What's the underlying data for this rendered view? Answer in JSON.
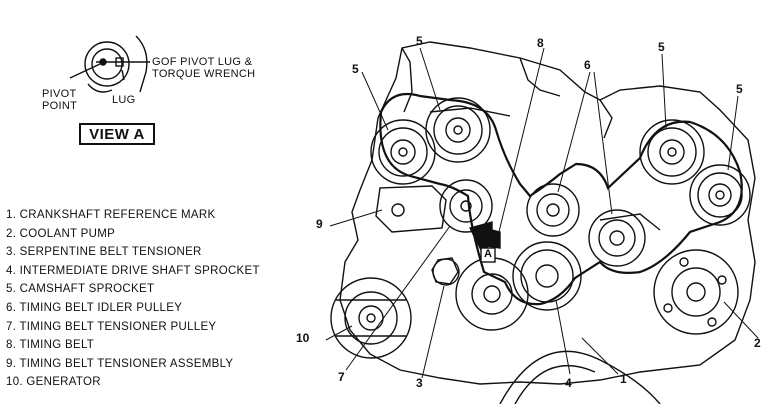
{
  "view_a": {
    "title": "VIEW A",
    "pivot_point_label": [
      "PIVOT",
      "POINT"
    ],
    "lug_label": "LUG",
    "wrench_label": [
      "GOF PIVOT LUG &",
      "TORQUE WRENCH"
    ]
  },
  "legend": {
    "items": [
      "1. CRANKSHAFT REFERENCE MARK",
      "2. COOLANT PUMP",
      "3. SERPENTINE BELT TENSIONER",
      "4. INTERMEDIATE DRIVE SHAFT SPROCKET",
      "5. CAMSHAFT SPROCKET",
      "6. TIMING BELT IDLER PULLEY",
      "7. TIMING BELT TENSIONER PULLEY",
      "8. TIMING BELT",
      "9. TIMING BELT TENSIONER ASSEMBLY",
      "10. GENERATOR"
    ]
  },
  "callouts": {
    "c5a": "5",
    "c5b": "5",
    "c5c": "5",
    "c5d": "5",
    "c8": "8",
    "c6": "6",
    "c9": "9",
    "c10": "10",
    "c7": "7",
    "c3": "3",
    "c4": "4",
    "c1": "1",
    "c2": "2",
    "arrow_label": "A"
  }
}
